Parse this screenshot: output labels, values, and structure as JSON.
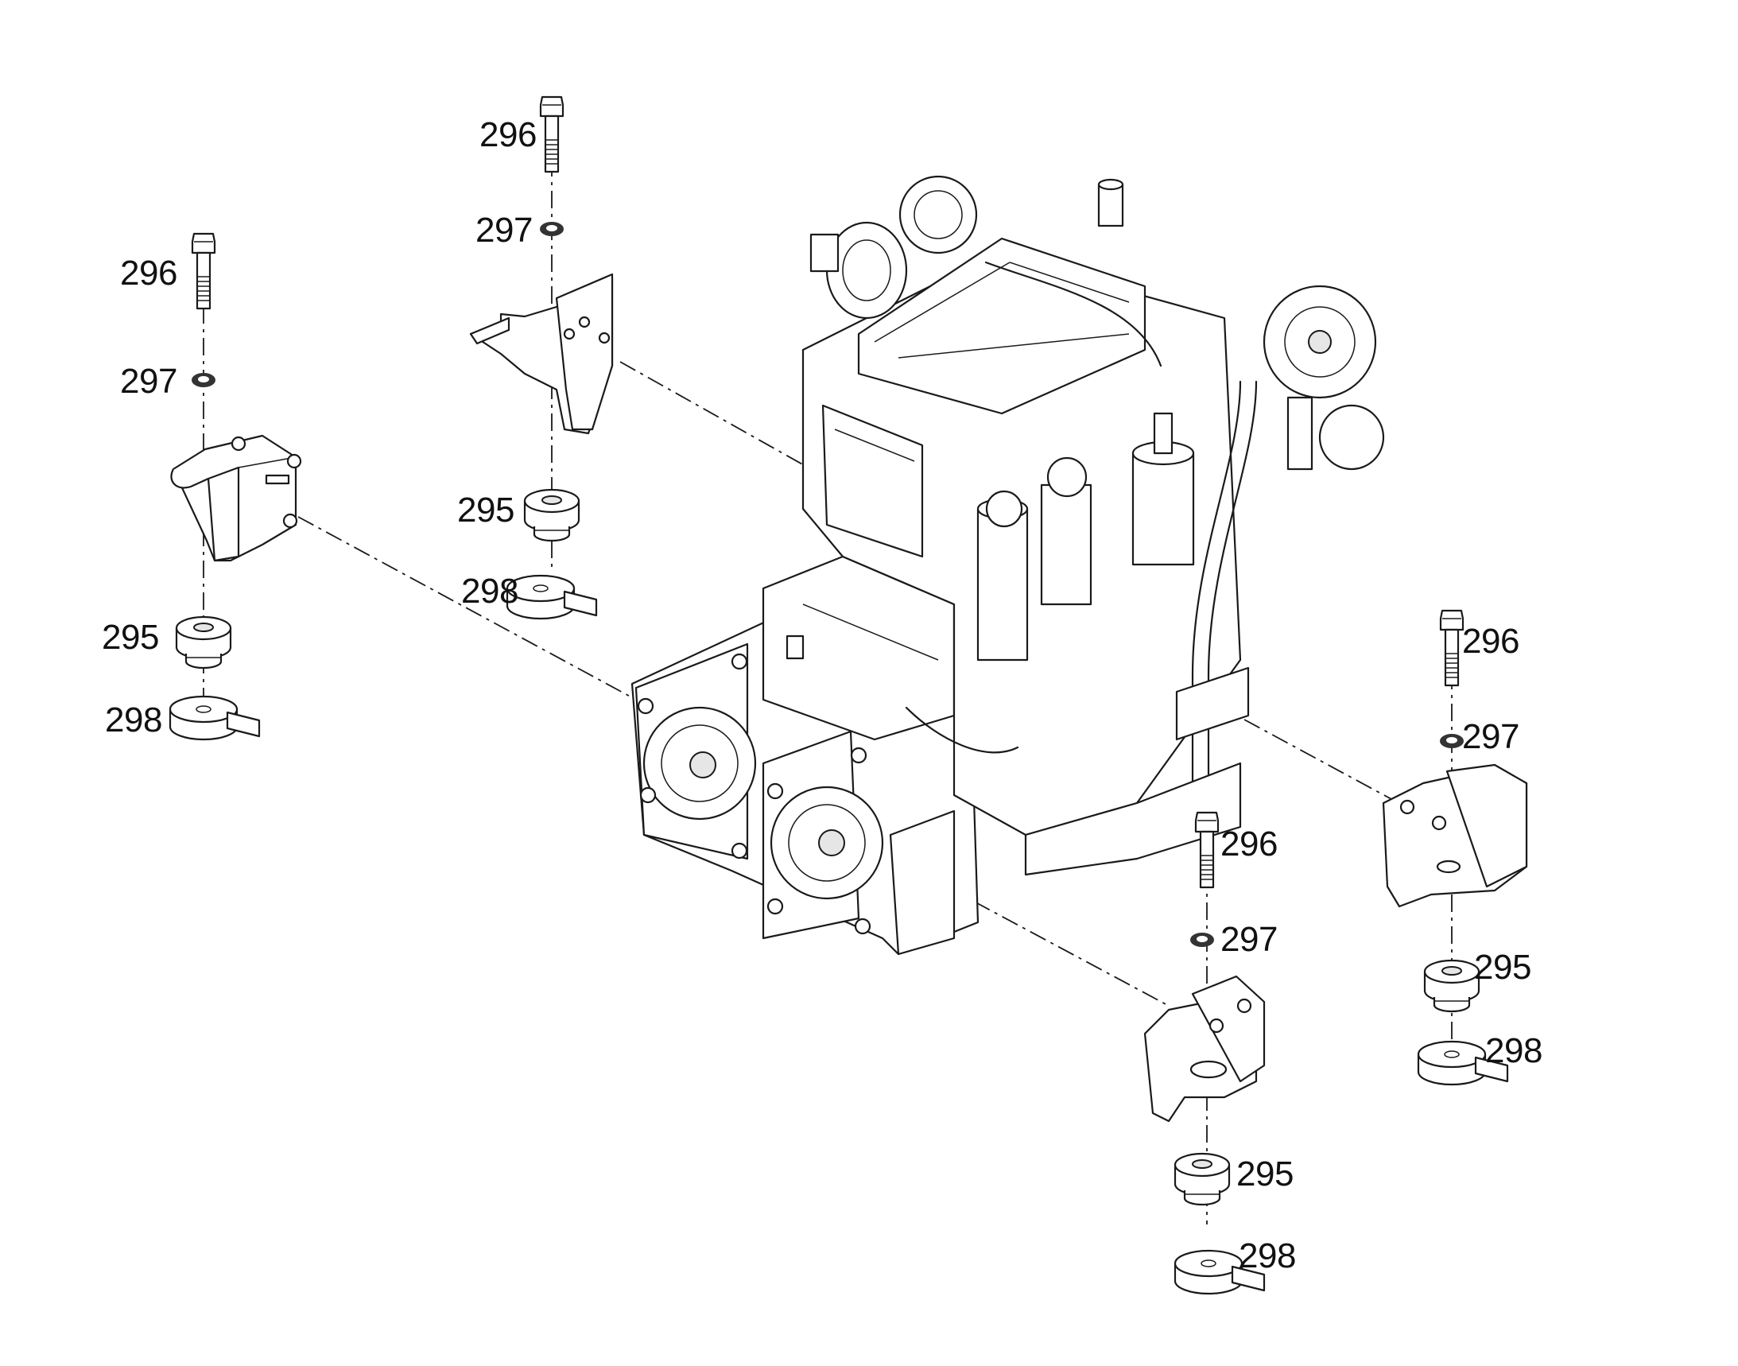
{
  "diagram": {
    "callouts": [
      {
        "id": "c1",
        "text": "296"
      },
      {
        "id": "c2",
        "text": "297"
      },
      {
        "id": "c3",
        "text": "295"
      },
      {
        "id": "c4",
        "text": "298"
      },
      {
        "id": "c5",
        "text": "296"
      },
      {
        "id": "c6",
        "text": "297"
      },
      {
        "id": "c7",
        "text": "295"
      },
      {
        "id": "c8",
        "text": "298"
      },
      {
        "id": "c9",
        "text": "296"
      },
      {
        "id": "c10",
        "text": "297"
      },
      {
        "id": "c11",
        "text": "295"
      },
      {
        "id": "c12",
        "text": "298"
      },
      {
        "id": "c13",
        "text": "296"
      },
      {
        "id": "c14",
        "text": "297"
      },
      {
        "id": "c15",
        "text": "295"
      },
      {
        "id": "c16",
        "text": "298"
      }
    ]
  }
}
